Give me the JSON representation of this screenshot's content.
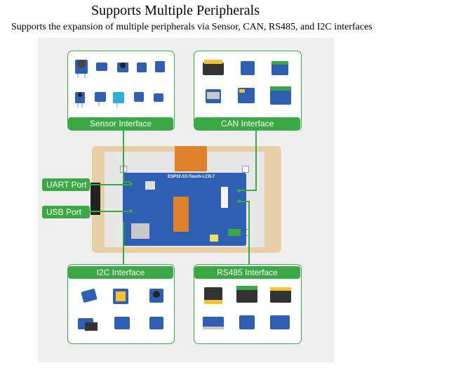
{
  "header": {
    "title": "Supports Multiple Peripherals",
    "subtitle": "Supports the expansion of multiple peripherals via Sensor, CAN, RS485, and I2C interfaces"
  },
  "interfaces": {
    "sensor": "Sensor Interface",
    "can": "CAN Interface",
    "i2c": "I2C Interface",
    "rs485": "RS485 Interface",
    "uart": "UART Port",
    "usb": "USB Port"
  },
  "board": {
    "name": "ESP32-S3-Touch-LCD-7"
  },
  "colors": {
    "accent_green": "#3aa844",
    "pcb_blue": "#2f5fb3",
    "frame_wood": "#e9cfa6",
    "screen_grey": "#e7e7e8"
  }
}
